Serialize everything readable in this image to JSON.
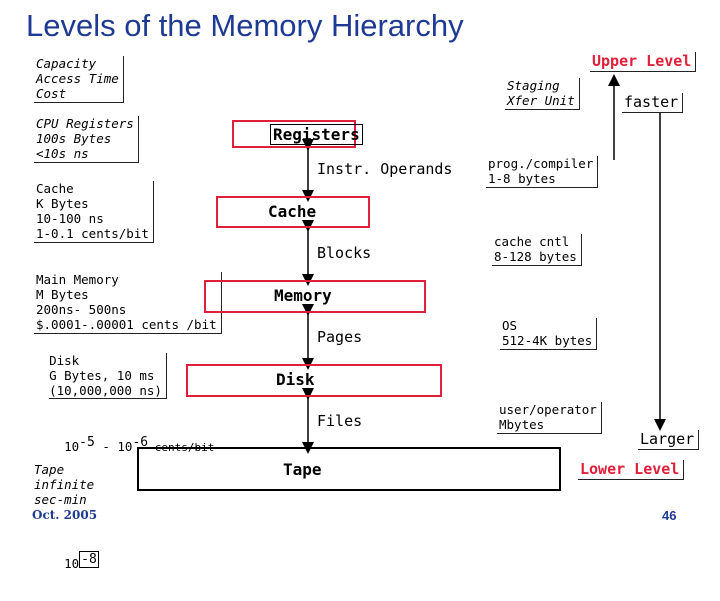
{
  "title": "Levels of the Memory Hierarchy",
  "upper_level": "Upper Level",
  "lower_level": "Lower Level",
  "faster": "faster",
  "larger": "Larger",
  "staging_header": "Staging\nXfer Unit",
  "left_header": "Capacity\nAccess Time\nCost",
  "left_notes": {
    "cpu": "CPU Registers\n100s Bytes\n<10s ns",
    "cache": "Cache\nK Bytes\n10-100 ns\n1-0.1 cents/bit",
    "main": "Main Memory\nM Bytes\n200ns- 500ns\n$.0001-.00001 cents /bit",
    "disk": "Disk\nG Bytes, 10 ms\n(10,000,000 ns)",
    "disk_cost_base": "10",
    "disk_cost_exp1": "-5",
    "disk_cost_sep": " - 10",
    "disk_cost_exp2": "-6",
    "disk_cost_unit": " cents/bit",
    "tape": "Tape\ninfinite\nsec-min",
    "tape_cost_base": "10",
    "tape_cost_exp": "-8"
  },
  "levels": {
    "registers": "Registers",
    "cache": "Cache",
    "memory": "Memory",
    "disk": "Disk",
    "tape": "Tape"
  },
  "transfers": {
    "instr": "Instr. Operands",
    "blocks": "Blocks",
    "pages": "Pages",
    "files": "Files"
  },
  "staging": {
    "prog": "prog./compiler\n1-8 bytes",
    "cache": "cache cntl\n8-128 bytes",
    "os": "OS\n512-4K bytes",
    "user": "user/operator\nMbytes"
  },
  "footer": {
    "date": "Oct. 2005",
    "page": "46"
  },
  "colors": {
    "title": "#1f3a93",
    "accent": "#e0203a"
  }
}
